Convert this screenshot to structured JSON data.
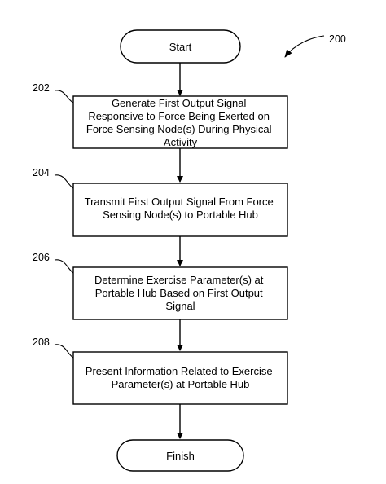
{
  "figure_ref": "200",
  "start_label": "Start",
  "finish_label": "Finish",
  "steps": [
    {
      "ref": "202",
      "lines": [
        "Generate First Output Signal",
        "Responsive to Force Being Exerted on",
        "Force Sensing Node(s) During Physical",
        "Activity"
      ]
    },
    {
      "ref": "204",
      "lines": [
        "Transmit First Output Signal From Force",
        "Sensing Node(s) to Portable Hub"
      ]
    },
    {
      "ref": "206",
      "lines": [
        "Determine Exercise Parameter(s) at",
        "Portable Hub Based on First Output",
        "Signal"
      ]
    },
    {
      "ref": "208",
      "lines": [
        "Present Information Related to Exercise",
        "Parameter(s) at Portable Hub"
      ]
    }
  ]
}
